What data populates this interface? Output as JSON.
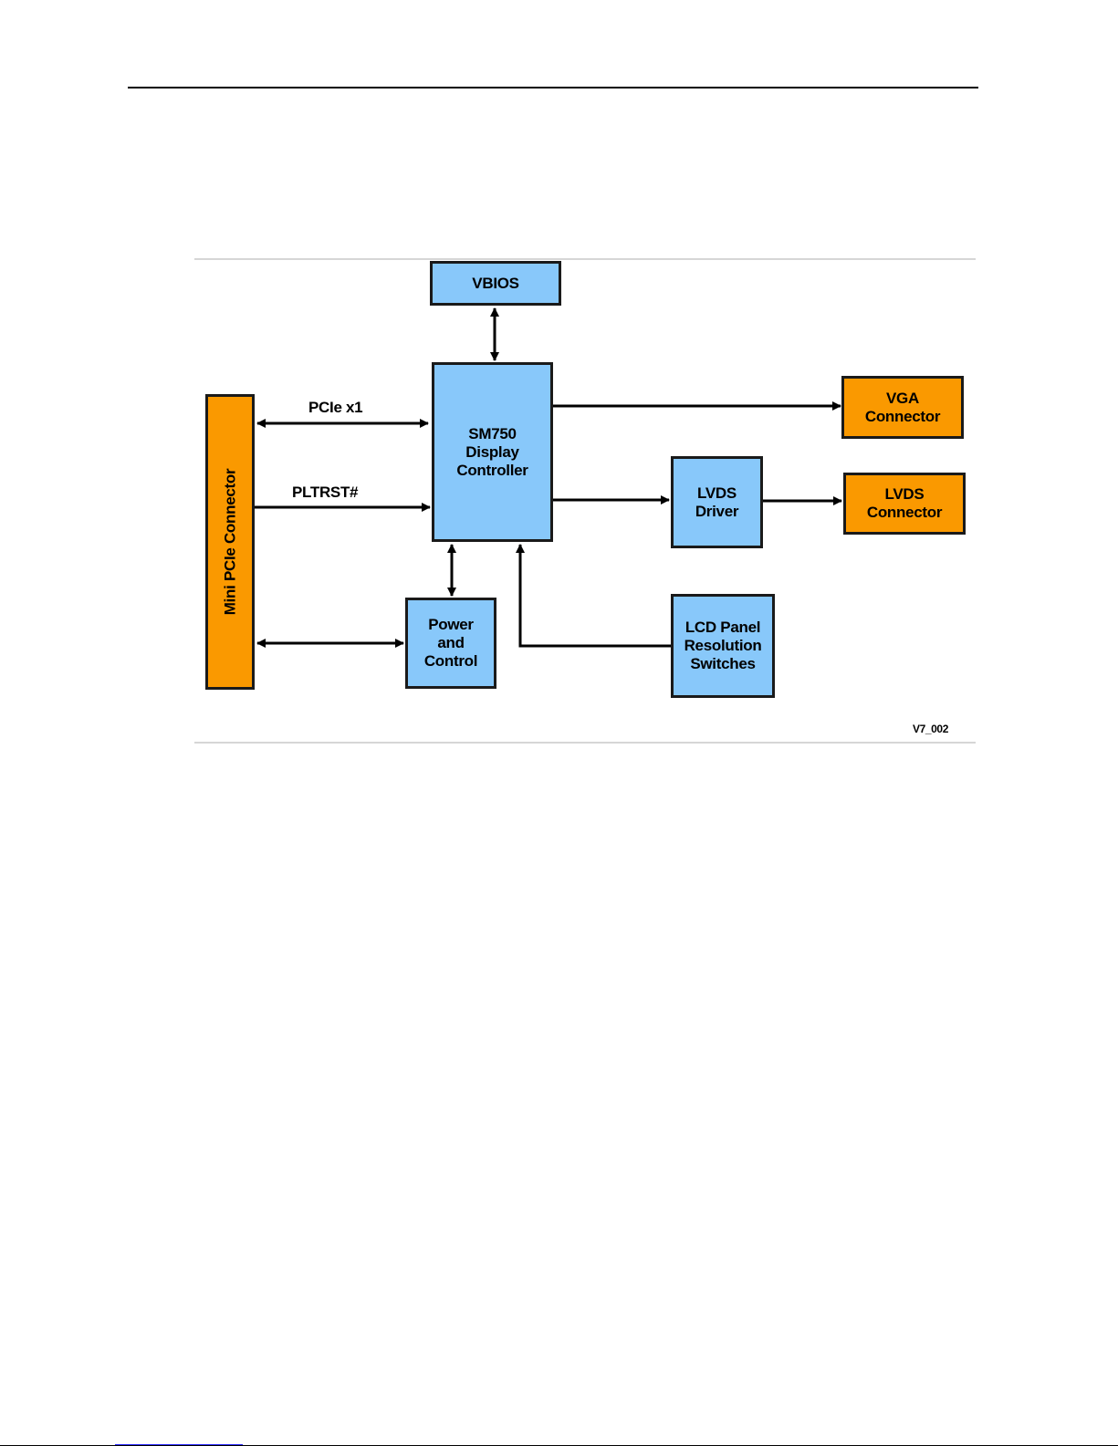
{
  "diagram": {
    "blocks": {
      "vbios": "VBIOS",
      "sm750": "SM750\nDisplay\nController",
      "mini_pcie": "Mini PCIe Connector",
      "power_control": "Power\nand\nControl",
      "lvds_driver": "LVDS\nDriver",
      "lcd_switches": "LCD Panel\nResolution\nSwitches",
      "vga_connector": "VGA\nConnector",
      "lvds_connector": "LVDS\nConnector"
    },
    "signals": {
      "pcie_x1": "PCIe x1",
      "pltrst": "PLTRST#"
    },
    "figure_id": "V7_002",
    "colors": {
      "internal_block": "#88c8fa",
      "connector_block": "#fa9900",
      "outline": "#1a1a1a"
    }
  }
}
